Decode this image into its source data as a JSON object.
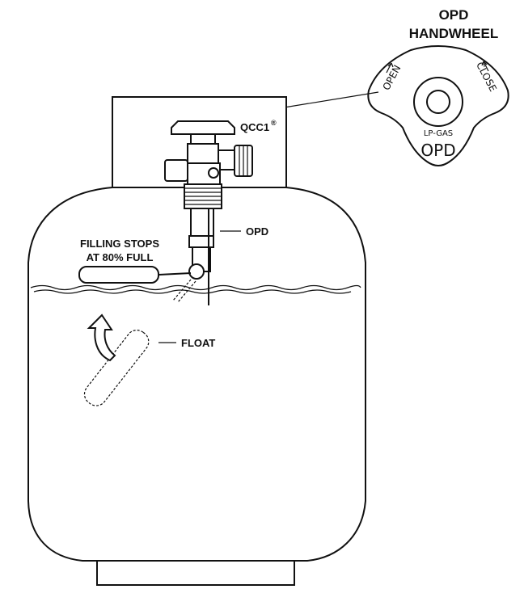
{
  "labels": {
    "handwheel_line1": "OPD",
    "handwheel_line2": "HANDWHEEL",
    "qcc": "QCC1",
    "qcc_mark": "®",
    "opd": "OPD",
    "filling_line1": "FILLING STOPS",
    "filling_line2": "AT 80% FULL",
    "float": "FLOAT"
  },
  "handwheel": {
    "open": "OPEN",
    "close": "CLOSE",
    "lpgas": "LP-GAS",
    "opd": "OPD"
  },
  "icons": [
    "arrow-up-curved-icon",
    "open-arrow-icon",
    "close-arrow-icon"
  ]
}
